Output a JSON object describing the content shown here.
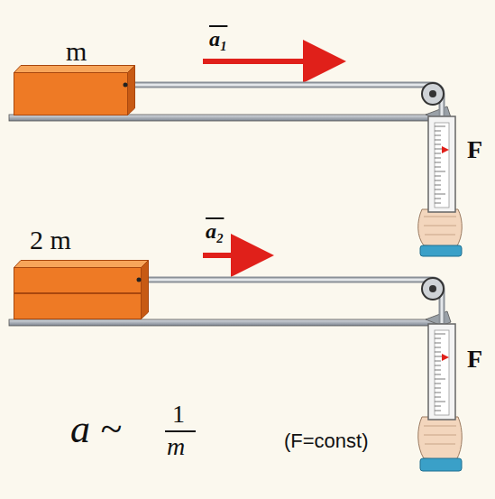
{
  "diagram": {
    "nodes": [
      {
        "text": [
          "m"
        ]
      },
      {
        "text": [
          "F"
        ]
      },
      {
        "text": [
          "2 m"
        ]
      },
      {
        "text": [
          "F"
        ]
      }
    ],
    "edges": [
      {
        "from": 0,
        "to": 1,
        "arrow": "none"
      },
      {
        "from": 2,
        "to": 3,
        "arrow": "none"
      }
    ],
    "labels": [
      "a₁",
      "a₂",
      "a ~",
      "1",
      "m",
      "(F=const)"
    ]
  }
}
